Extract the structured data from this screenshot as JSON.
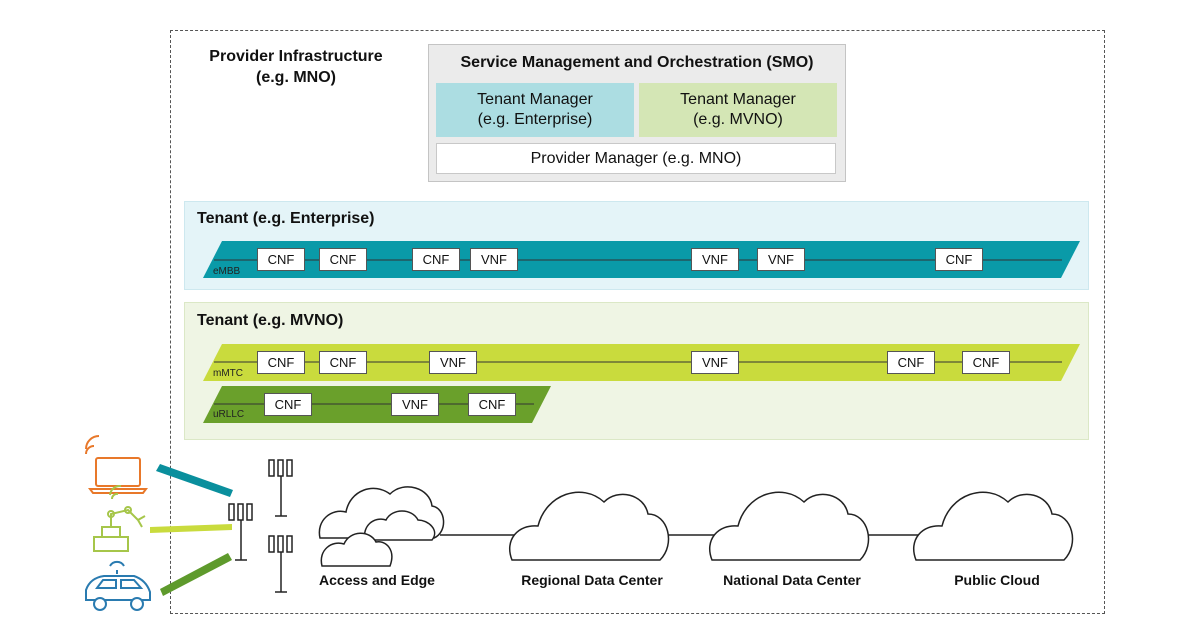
{
  "provider": {
    "title": "Provider Infrastructure\n(e.g. MNO)"
  },
  "smo": {
    "title": "Service Management and Orchestration (SMO)",
    "tenant_manager_enterprise": "Tenant Manager\n(e.g. Enterprise)",
    "tenant_manager_mvno": "Tenant Manager\n(e.g. MVNO)",
    "provider_manager": "Provider Manager (e.g. MNO)"
  },
  "tenants": {
    "enterprise": {
      "title": "Tenant (e.g. Enterprise)"
    },
    "mvno": {
      "title": "Tenant (e.g. MVNO)"
    }
  },
  "slices": {
    "embb": {
      "label": "eMBB",
      "color": "#0a9aa8",
      "functions": [
        "CNF",
        "CNF",
        "CNF",
        "VNF",
        "VNF",
        "VNF",
        "CNF"
      ]
    },
    "mmtc": {
      "label": "mMTC",
      "color": "#c9db3d",
      "functions": [
        "CNF",
        "CNF",
        "VNF",
        "VNF",
        "CNF",
        "CNF"
      ]
    },
    "urllc": {
      "label": "uRLLC",
      "color": "#6aa02b",
      "functions": [
        "CNF",
        "VNF",
        "CNF"
      ]
    }
  },
  "sites": [
    {
      "label": "Access and Edge"
    },
    {
      "label": "Regional Data Center"
    },
    {
      "label": "National Data Center"
    },
    {
      "label": "Public Cloud"
    }
  ],
  "colors": {
    "device_orange": "#e8782a",
    "device_green": "#a6c64a",
    "device_blue": "#2a7bb0"
  },
  "icons": [
    "laptop-icon",
    "robot-arm-icon",
    "connected-car-icon",
    "cell-tower-icon",
    "cloud-icon"
  ]
}
